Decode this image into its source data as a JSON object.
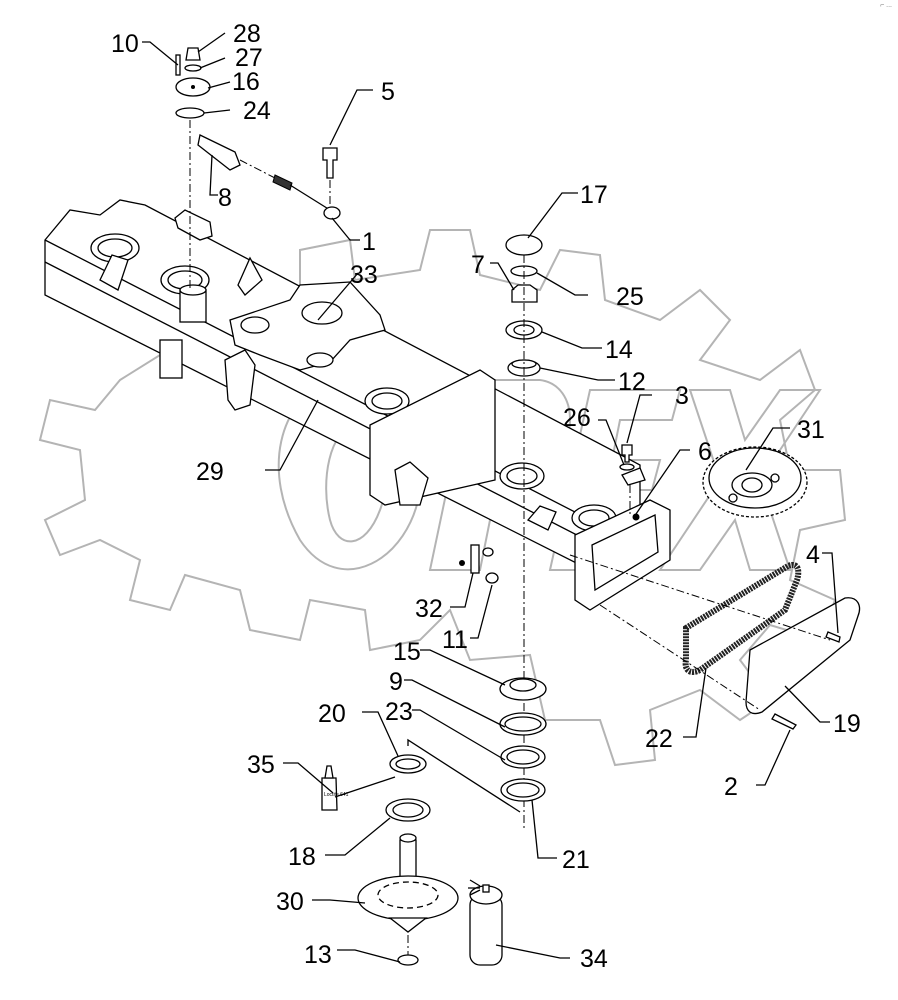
{
  "diagram": {
    "type": "exploded-parts-view",
    "watermark_text": "OPEX",
    "corner_mark": "⌐ ...",
    "callouts": [
      {
        "id": "c1",
        "number": "1"
      },
      {
        "id": "c2",
        "number": "2"
      },
      {
        "id": "c3",
        "number": "3"
      },
      {
        "id": "c4",
        "number": "4"
      },
      {
        "id": "c5",
        "number": "5"
      },
      {
        "id": "c6a",
        "number": "6"
      },
      {
        "id": "c7",
        "number": "7"
      },
      {
        "id": "c8",
        "number": "8"
      },
      {
        "id": "c9",
        "number": "9"
      },
      {
        "id": "c10",
        "number": "10"
      },
      {
        "id": "c11",
        "number": "11"
      },
      {
        "id": "c12",
        "number": "12"
      },
      {
        "id": "c13",
        "number": "13"
      },
      {
        "id": "c14",
        "number": "14"
      },
      {
        "id": "c15",
        "number": "15"
      },
      {
        "id": "c16",
        "number": "16"
      },
      {
        "id": "c17",
        "number": "17"
      },
      {
        "id": "c18",
        "number": "18"
      },
      {
        "id": "c19",
        "number": "19"
      },
      {
        "id": "c20",
        "number": "20"
      },
      {
        "id": "c21",
        "number": "21"
      },
      {
        "id": "c22",
        "number": "22"
      },
      {
        "id": "c23",
        "number": "23"
      },
      {
        "id": "c24",
        "number": "24"
      },
      {
        "id": "c25",
        "number": "25"
      },
      {
        "id": "c26",
        "number": "26"
      },
      {
        "id": "c27",
        "number": "27"
      },
      {
        "id": "c28",
        "number": "28"
      },
      {
        "id": "c29",
        "number": "29"
      },
      {
        "id": "c30",
        "number": "30"
      },
      {
        "id": "c31",
        "number": "31"
      },
      {
        "id": "c32",
        "number": "32"
      },
      {
        "id": "c33",
        "number": "33"
      },
      {
        "id": "c34",
        "number": "34"
      },
      {
        "id": "c35",
        "number": "35"
      }
    ],
    "loctite_label": "Loctite 641"
  }
}
